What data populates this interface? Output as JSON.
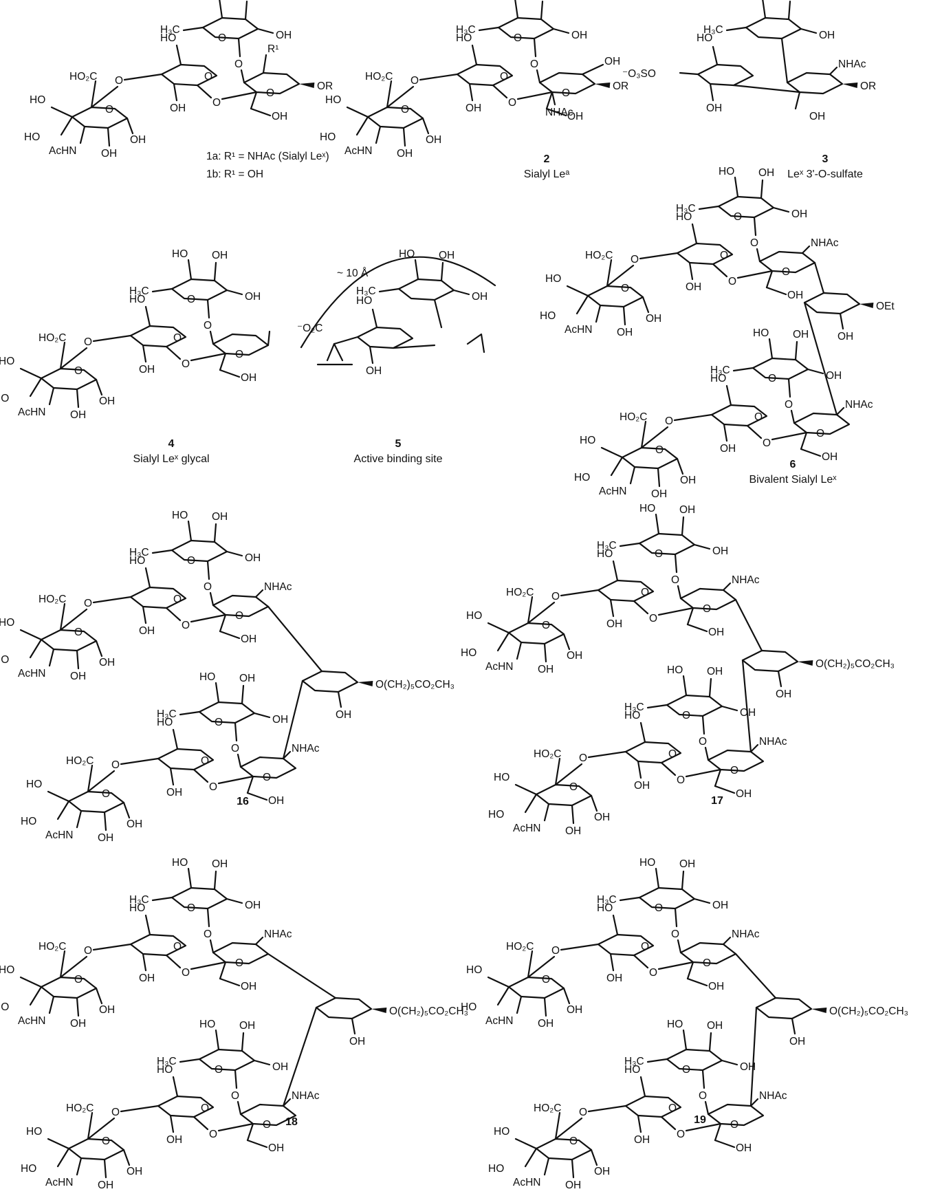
{
  "compounds": [
    {
      "id": "1a",
      "caption_1": "1a: R¹ = NHAc (Sialyl Leˣ)",
      "caption_2": "1b: R¹ = OH"
    },
    {
      "id": "2",
      "number": "2",
      "caption": "Sialyl Leᵃ"
    },
    {
      "id": "3",
      "number": "3",
      "caption": "Leˣ 3'-O-sulfate"
    },
    {
      "id": "4",
      "number": "4",
      "caption": "Sialyl Leˣ glycal"
    },
    {
      "id": "5",
      "number": "5",
      "caption": "Active binding site",
      "distance": "~ 10 Å"
    },
    {
      "id": "6",
      "number": "6",
      "caption": "Bivalent Sialyl Leˣ"
    },
    {
      "id": "16",
      "number": "16"
    },
    {
      "id": "17",
      "number": "17"
    },
    {
      "id": "18",
      "number": "18"
    },
    {
      "id": "19",
      "number": "19"
    }
  ],
  "groups": {
    "ho": "HO",
    "oh": "OH",
    "o": "O",
    "ho2c": "HO₂C",
    "h3c": "H₃C",
    "achn": "AcHN",
    "nhac": "NHAc",
    "r1": "R¹",
    "or": "OR",
    "oet": "OEt",
    "so3": "⁻O₃SO",
    "co2minus": "⁻O₂C",
    "linker": "O(CH₂)₅CO₂CH₃",
    "hoachn": "HO AcHN"
  }
}
